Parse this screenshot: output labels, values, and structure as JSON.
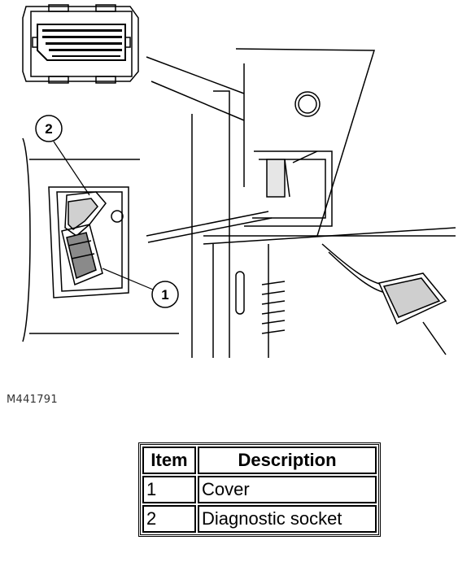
{
  "figure": {
    "id": "M441791",
    "callouts": [
      {
        "number": "1"
      },
      {
        "number": "2"
      }
    ]
  },
  "legend": {
    "headers": {
      "item": "Item",
      "description": "Description"
    },
    "rows": [
      {
        "item": "1",
        "description": "Cover"
      },
      {
        "item": "2",
        "description": "Diagnostic socket"
      }
    ]
  },
  "colors": {
    "line": "#000000",
    "background": "#ffffff",
    "shade": "#d8d8d8"
  }
}
